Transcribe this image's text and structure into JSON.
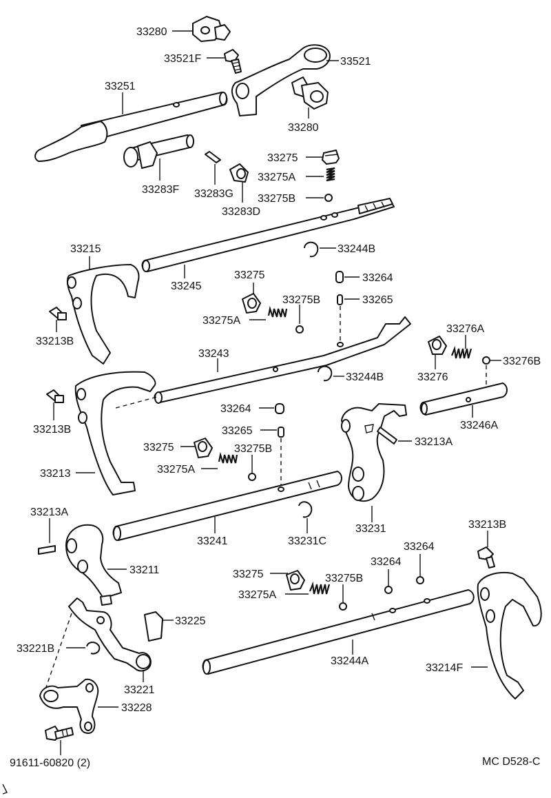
{
  "labels": {
    "p33280_top": "33280",
    "p33521F": "33521F",
    "p33521": "33521",
    "p33251": "33251",
    "p33280_bot": "33280",
    "p33275_a": "33275",
    "p33275A_a": "33275A",
    "p33283F": "33283F",
    "p33283G": "33283G",
    "p33275B_a": "33275B",
    "p33283D": "33283D",
    "p33215": "33215",
    "p33244B_a": "33244B",
    "p33245": "33245",
    "p33275_b": "33275",
    "p33264_a": "33264",
    "p33275B_b": "33275B",
    "p33265_a": "33265",
    "p33213B_a": "33213B",
    "p33275A_b": "33275A",
    "p33276A": "33276A",
    "p33243": "33243",
    "p33276B": "33276B",
    "p33244B_b": "33244B",
    "p33276": "33276",
    "p33213B_b": "33213B",
    "p33264_b": "33264",
    "p33246A": "33246A",
    "p33265_b": "33265",
    "p33213A_a": "33213A",
    "p33275_c": "33275",
    "p33275B_c": "33275B",
    "p33275A_c": "33275A",
    "p33213": "33213",
    "p33213A_b": "33213A",
    "p33231": "33231",
    "p33213B_c": "33213B",
    "p33241": "33241",
    "p33231C": "33231C",
    "p33211": "33211",
    "p33264_c": "33264",
    "p33264_d": "33264",
    "p33275_d": "33275",
    "p33275B_d": "33275B",
    "p33275A_d": "33275A",
    "p33225": "33225",
    "p33221B": "33221B",
    "p33244A": "33244A",
    "p33214F": "33214F",
    "p33221": "33221",
    "p33228": "33228",
    "p91611": "91611-60820 (2)",
    "diagram_code": "MC D528-C"
  }
}
